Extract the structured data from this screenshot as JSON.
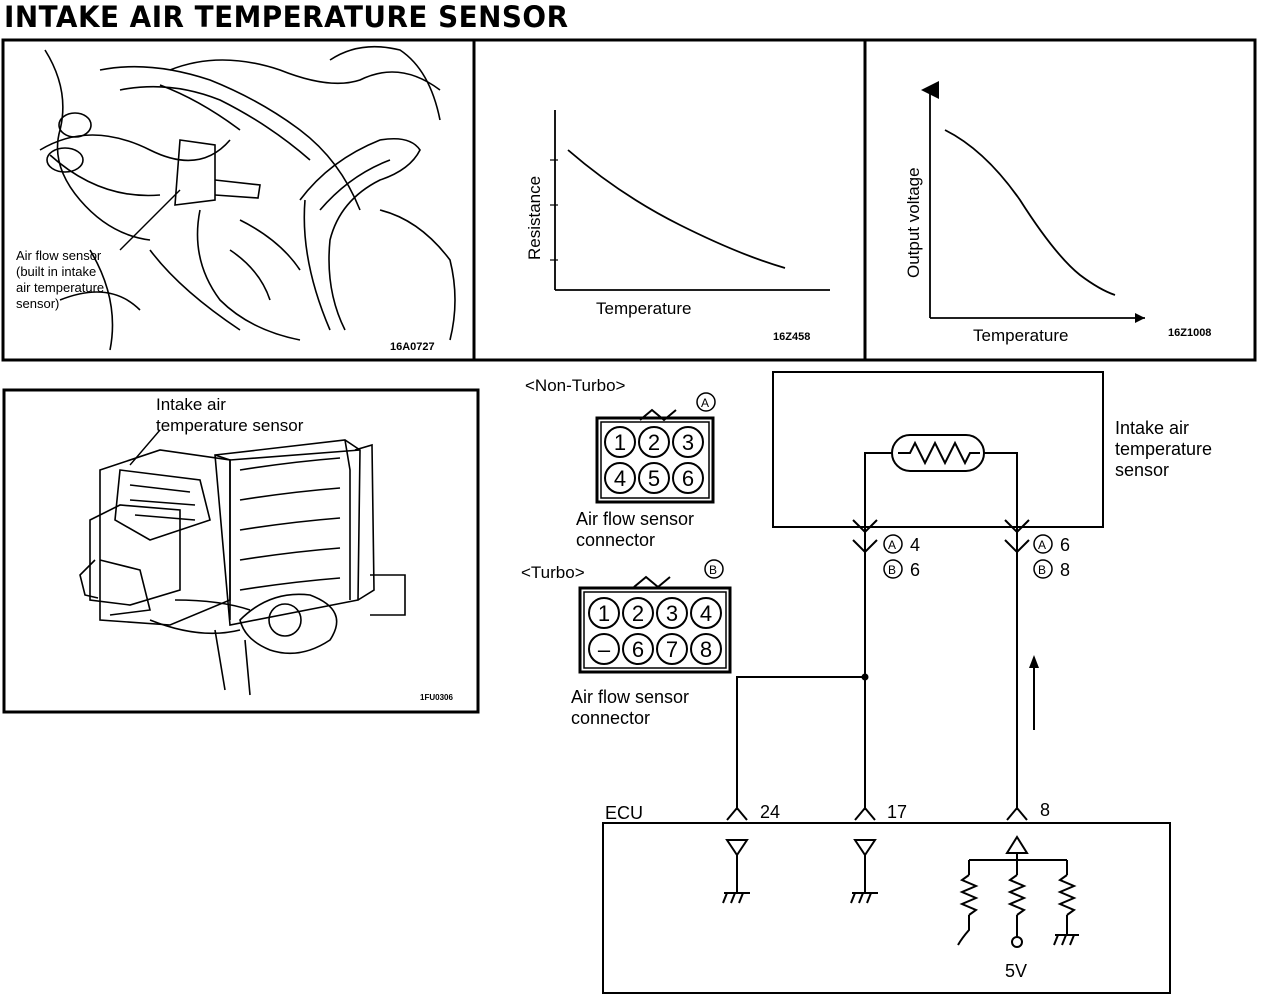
{
  "title": "INTAKE AIR TEMPERATURE SENSOR",
  "panel1": {
    "callout": [
      "Air flow sensor",
      "(built in intake",
      "air temperature",
      "sensor)"
    ],
    "fig_id": "16A0727"
  },
  "panel2": {
    "y_label": "Resistance",
    "x_label": "Temperature",
    "fig_id": "16Z458"
  },
  "panel3": {
    "y_label": "Output voltage",
    "x_label": "Temperature",
    "fig_id": "16Z1008"
  },
  "panel4": {
    "callout": [
      "Intake air",
      "temperature sensor"
    ],
    "fig_id": "1FU0306"
  },
  "non_turbo": {
    "label": "<Non-Turbo>",
    "marker": "A",
    "pins": [
      "1",
      "2",
      "3",
      "4",
      "5",
      "6"
    ],
    "caption": [
      "Air flow sensor",
      "connector"
    ]
  },
  "turbo": {
    "label": "<Turbo>",
    "marker": "B",
    "pins": [
      "1",
      "2",
      "3",
      "4",
      "–",
      "6",
      "7",
      "8"
    ],
    "caption": [
      "Air flow sensor",
      "connector"
    ]
  },
  "sensor_label": [
    "Intake air",
    "temperature",
    "sensor"
  ],
  "pin_refs": {
    "left_a": "4",
    "left_b": "6",
    "right_a": "6",
    "right_b": "8"
  },
  "ecu": {
    "label": "ECU",
    "pin_24": "24",
    "pin_17": "17",
    "pin_8": "8",
    "supply": "5V"
  }
}
